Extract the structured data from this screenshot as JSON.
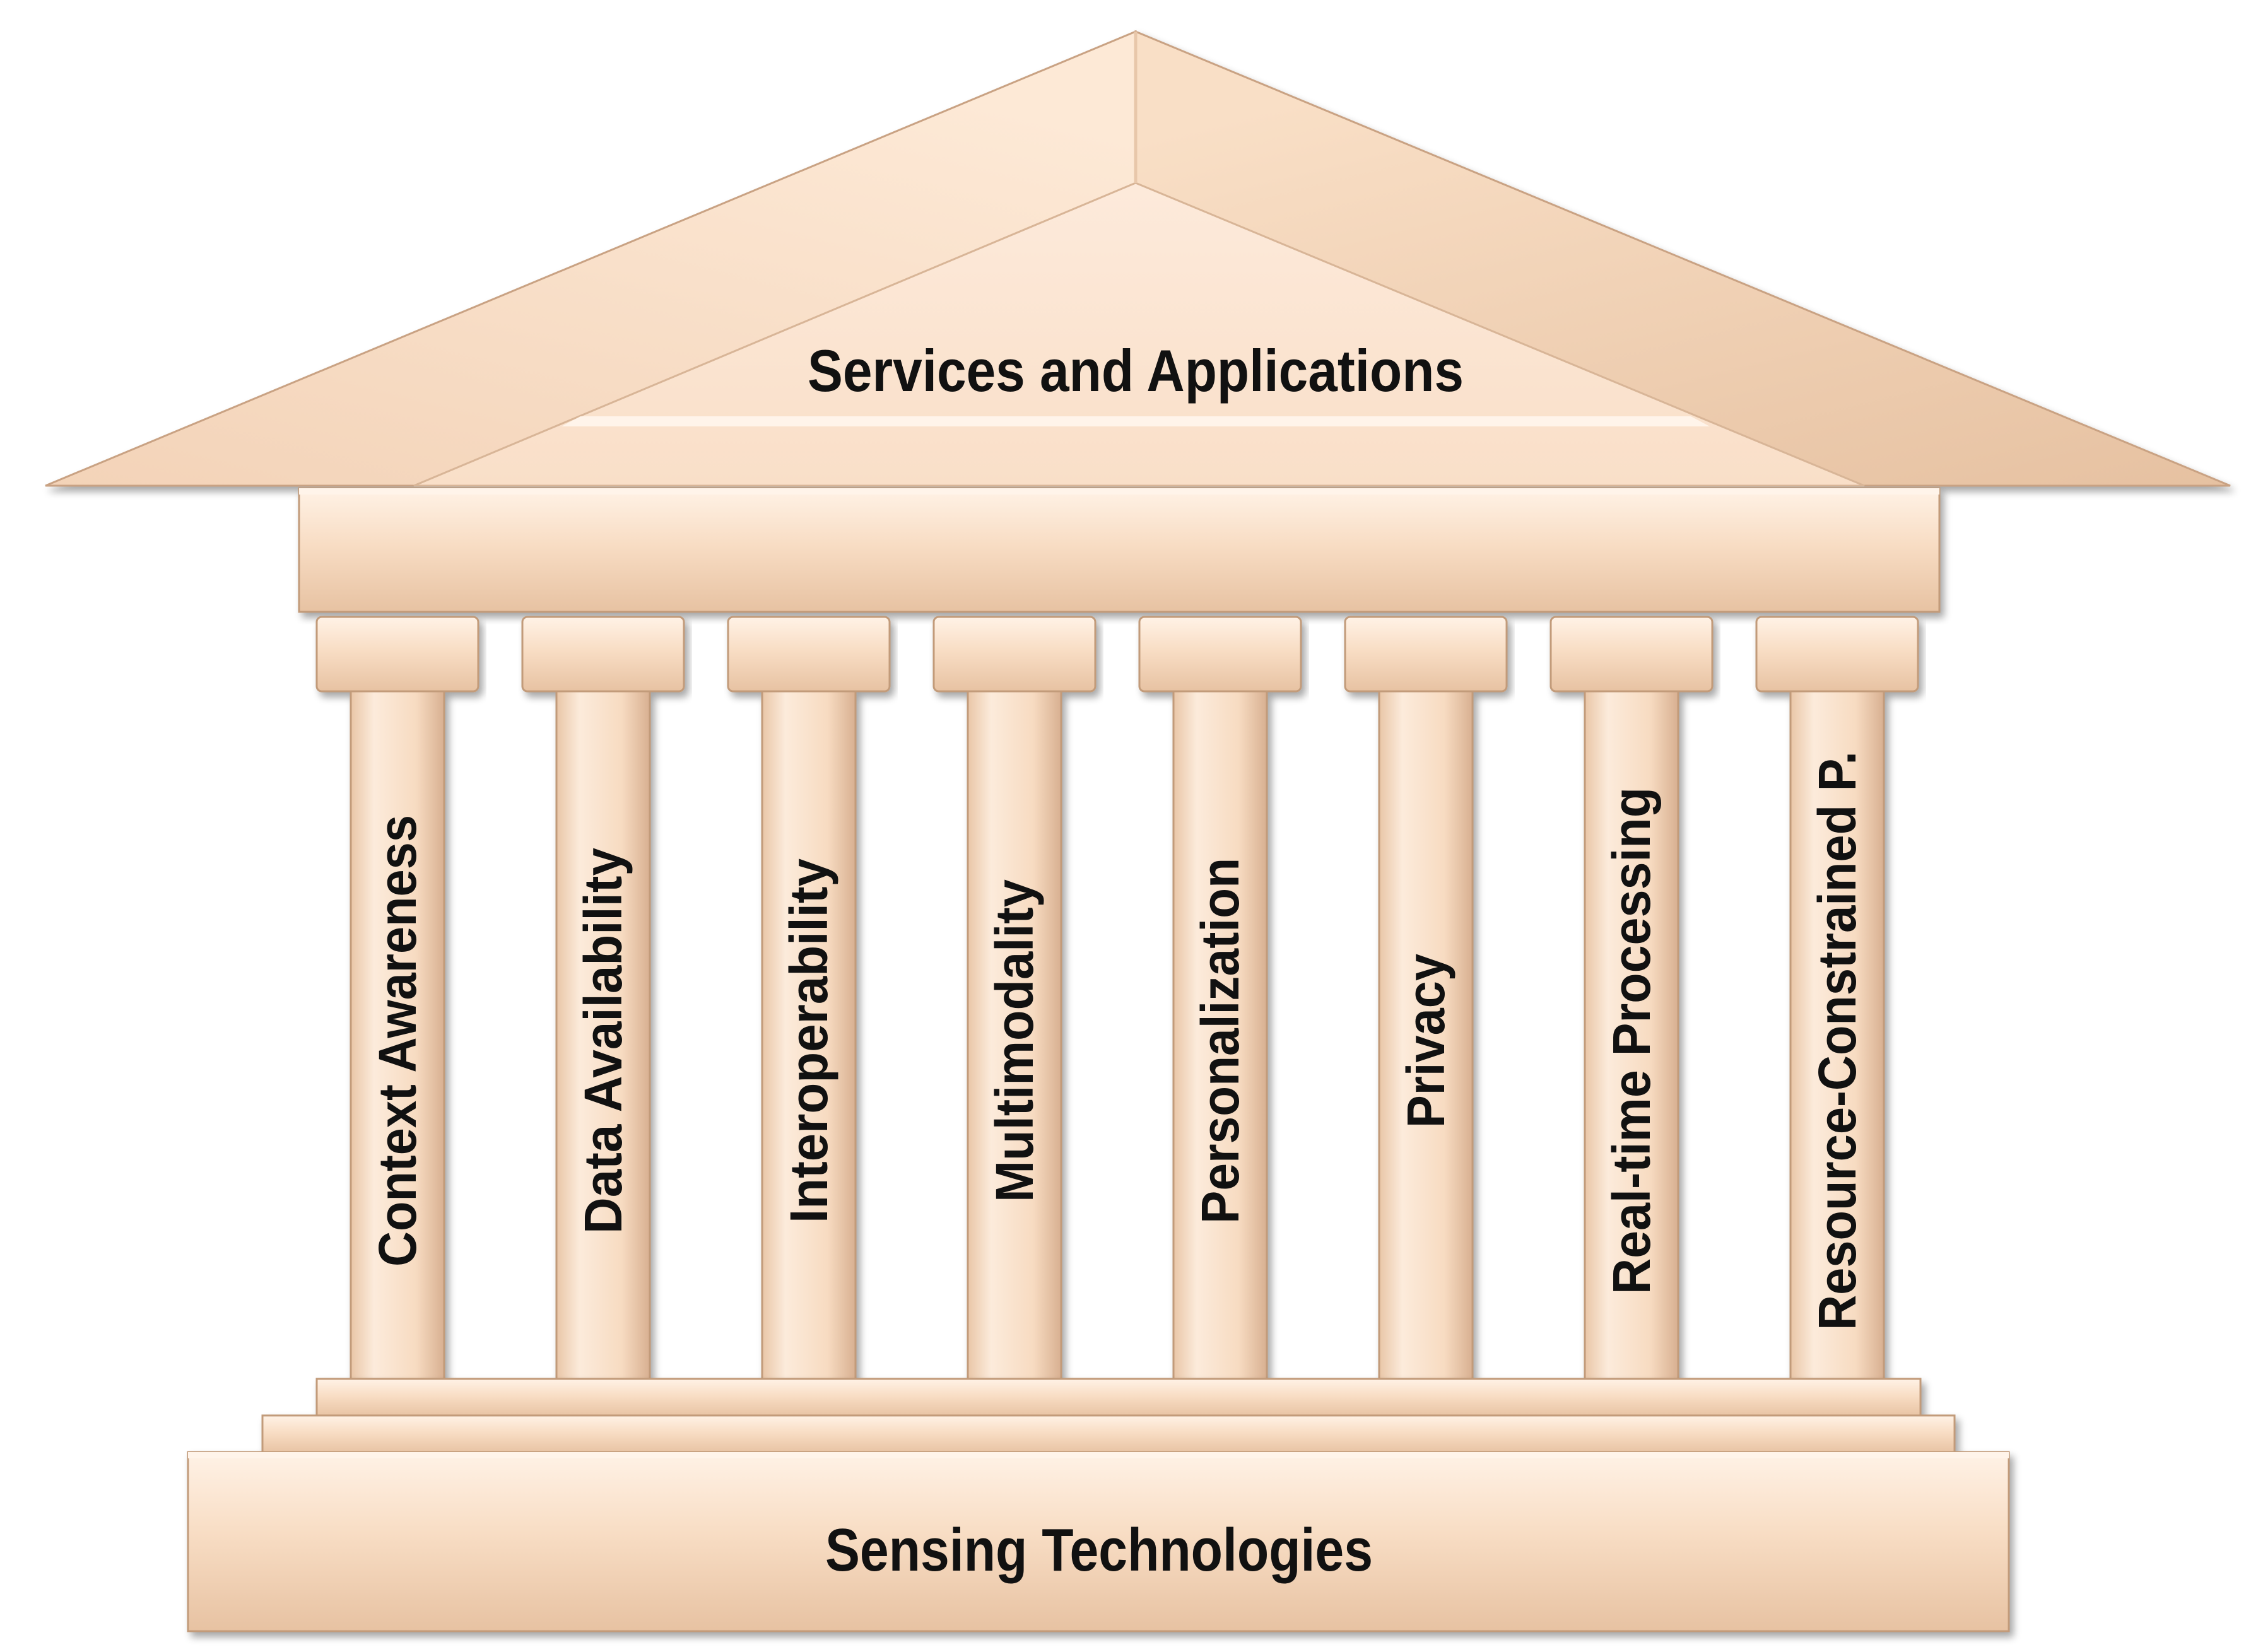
{
  "diagram": {
    "roof_label": "Services and Applications",
    "base_label": "Sensing Technologies",
    "pillars": [
      {
        "label": "Context Awareness"
      },
      {
        "label": "Data Availability"
      },
      {
        "label": "Interoperability"
      },
      {
        "label": "Multimodality"
      },
      {
        "label": "Personalization"
      },
      {
        "label": "Privacy"
      },
      {
        "label": "Real-time Processing"
      },
      {
        "label": "Resource-Constrained P."
      }
    ]
  },
  "colors": {
    "stone_light": "#fbe8d6",
    "stone_mid": "#f6d7bc",
    "stone_dark": "#d9b393",
    "stone_edge": "#bf9877",
    "text": "#111111",
    "background": "#ffffff"
  }
}
